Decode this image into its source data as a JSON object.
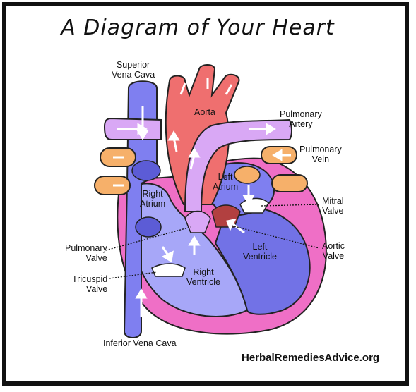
{
  "title": "A Diagram of Your Heart",
  "labels": {
    "superior_vena_cava": [
      "Superior",
      "Vena Cava"
    ],
    "aorta": "Aorta",
    "pulmonary_artery": [
      "Pulmonary",
      "Artery"
    ],
    "pulmonary_vein": [
      "Pulmonary",
      "Vein"
    ],
    "left_atrium": [
      "Left",
      "Atrium"
    ],
    "right_atrium": [
      "Right",
      "Atrium"
    ],
    "mitral_valve": [
      "Mitral",
      "Valve"
    ],
    "pulmonary_valve": [
      "Pulmonary",
      "Valve"
    ],
    "aortic_valve": [
      "Aortic",
      "Valve"
    ],
    "left_ventricle": [
      "Left",
      "Ventricle"
    ],
    "right_ventricle": [
      "Right",
      "Ventricle"
    ],
    "tricuspid_valve": [
      "Tricuspid",
      "Valve"
    ],
    "inferior_vena_cava": "Inferior Vena Cava"
  },
  "credit": "HerbalRemediesAdvice.org",
  "colors": {
    "vena_cava": "#7f7ff0",
    "aorta": "#ef6f6f",
    "pulmonary_artery": "#d9a8f5",
    "pulmonary_vein": "#f6b06a",
    "outer_wall": "#ef6fc6",
    "left_ventricle_chamber": "#7272e6",
    "right_chambers": "#a7a7f8"
  }
}
